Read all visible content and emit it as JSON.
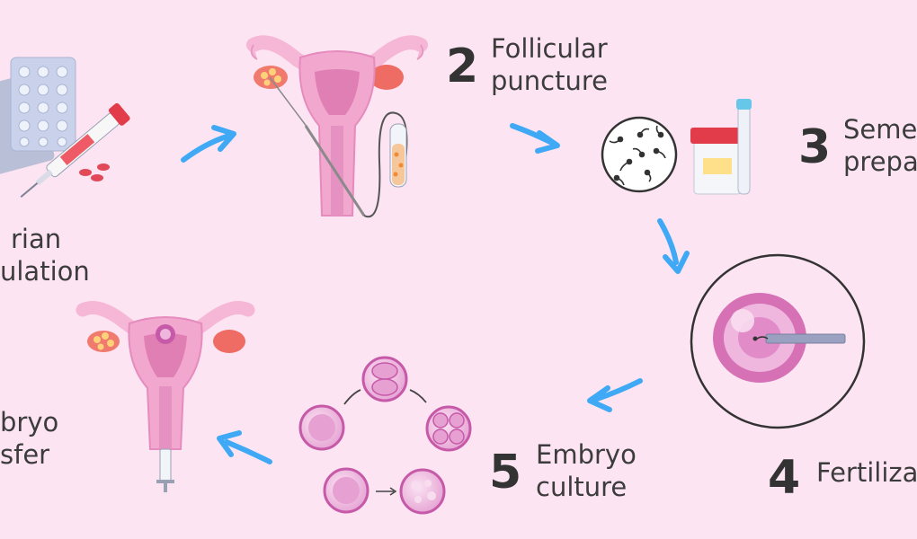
{
  "steps": [
    {
      "number": "",
      "line1": "rian",
      "line2": "ulation",
      "icon": "pill-blister-syringe-icon"
    },
    {
      "number": "2",
      "line1": "Follicular",
      "line2": "puncture",
      "icon": "uterus-puncture-icon"
    },
    {
      "number": "3",
      "line1": "Seme",
      "line2": "prepa",
      "icon": "semen-sample-icon"
    },
    {
      "number": "4",
      "line1": "Fertiliza",
      "line2": "",
      "icon": "icsi-egg-icon"
    },
    {
      "number": "5",
      "line1": "Embryo",
      "line2": "culture",
      "icon": "embryo-cells-icon"
    },
    {
      "number": "",
      "line1": "bryo",
      "line2": "sfer",
      "icon": "uterus-transfer-icon"
    }
  ],
  "colors": {
    "background": "#fde4f3",
    "arrow": "#3fa9f5",
    "tissue": "#f2a7cf",
    "ovary": "#f07a6e",
    "egg": "#d671b5",
    "text": "#3a3a3a"
  }
}
